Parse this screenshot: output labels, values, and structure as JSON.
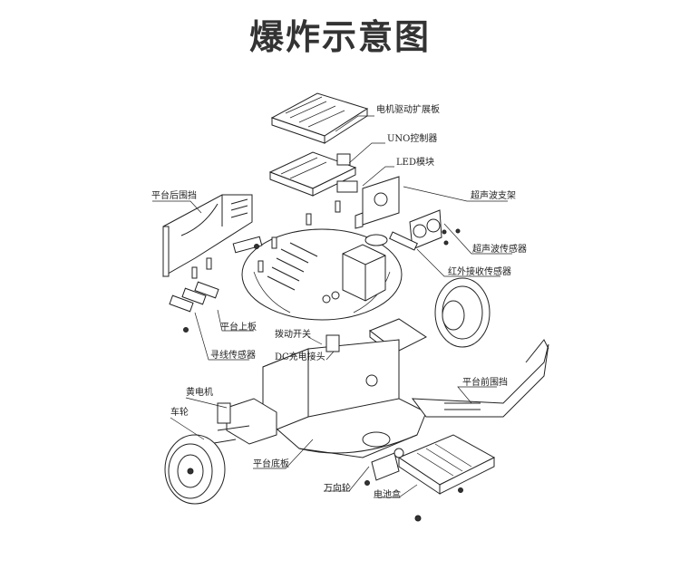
{
  "title": "爆炸示意图",
  "labels": {
    "motor_driver_board": "电机驱动扩展板",
    "uno_controller": "UNO控制器",
    "led_module": "LED模块",
    "ultrasonic_bracket": "超声波支架",
    "rear_guard": "平台后围挡",
    "ultrasonic_sensor": "超声波传感器",
    "ir_receiver": "红外接收传感器",
    "upper_plate": "平台上板",
    "line_sensor": "寻线传感器",
    "toggle_switch": "拨动开关",
    "dc_jack": "DC充电接头",
    "front_guard": "平台前围挡",
    "yellow_motor": "黄电机",
    "wheel": "车轮",
    "bottom_plate": "平台底板",
    "caster_wheel": "万向轮",
    "battery_box": "电池盒"
  }
}
